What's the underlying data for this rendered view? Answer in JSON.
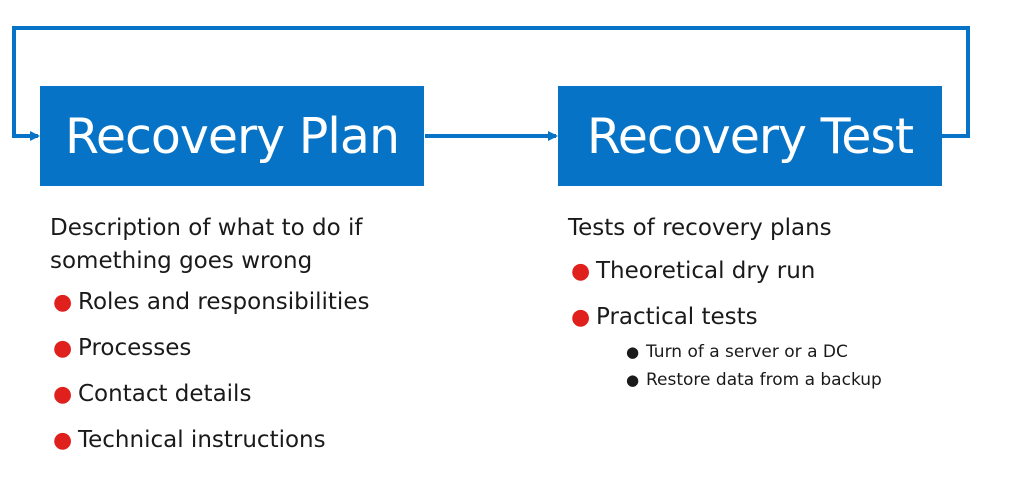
{
  "colors": {
    "box_fill": "#0673c6",
    "box_text": "#ffffff",
    "connector": "#0673c6",
    "bullet_red": "#e0201c",
    "body_text": "#1a1a1a"
  },
  "nodes": [
    {
      "title": "Recovery Plan",
      "description": "Description of what to do if something goes wrong",
      "bullets": [
        {
          "text": "Roles and responsibilities"
        },
        {
          "text": "Processes"
        },
        {
          "text": "Contact details"
        },
        {
          "text": "Technical instructions"
        }
      ]
    },
    {
      "title": "Recovery Test",
      "description": "Tests of recovery plans",
      "bullets": [
        {
          "text": "Theoretical dry run"
        },
        {
          "text": "Practical tests",
          "sub_bullets": [
            "Turn of a server or a DC",
            "Restore data from a backup"
          ]
        }
      ]
    }
  ],
  "edges": [
    {
      "from": "Recovery Plan",
      "to": "Recovery Test"
    },
    {
      "from": "Recovery Test",
      "to": "Recovery Plan"
    }
  ]
}
